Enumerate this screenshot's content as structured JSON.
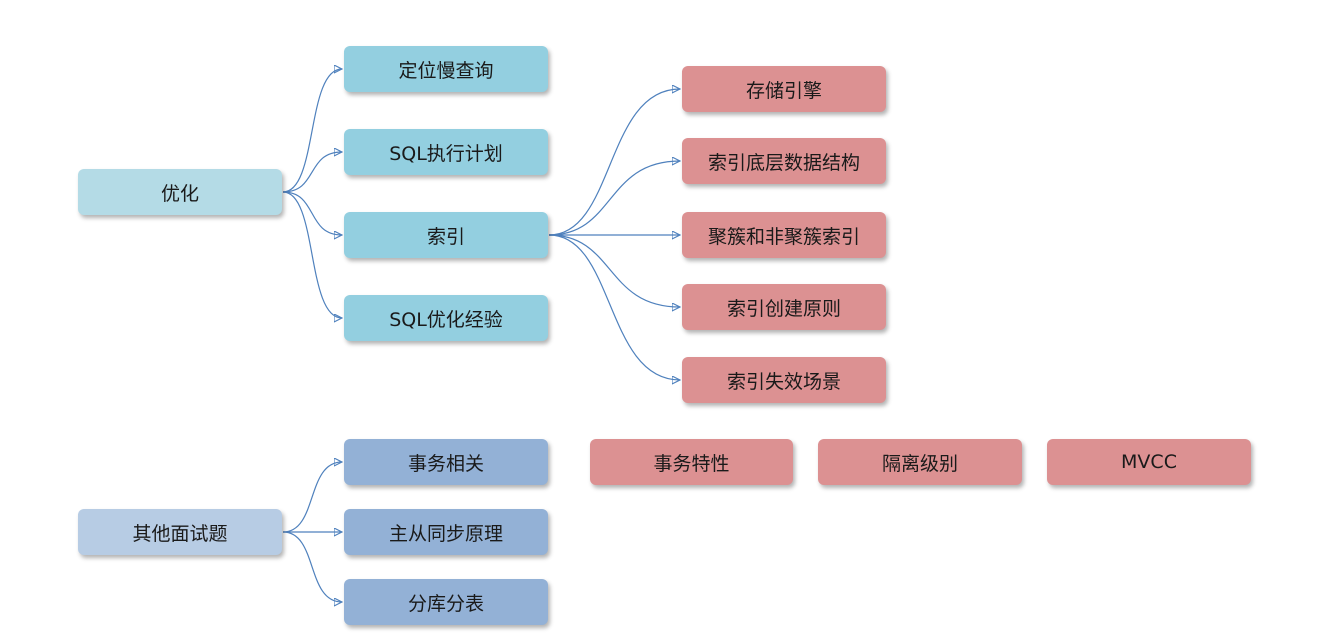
{
  "groups": {
    "optimize": {
      "root": "优化",
      "children": [
        "定位慢查询",
        "SQL执行计划",
        "索引",
        "SQL优化经验"
      ],
      "index_children": [
        "存储引擎",
        "索引底层数据结构",
        "聚簇和非聚簇索引",
        "索引创建原则",
        "索引失效场景"
      ]
    },
    "other": {
      "root": "其他面试题",
      "children": [
        "事务相关",
        "主从同步原理",
        "分库分表"
      ],
      "transaction_children": [
        "事务特性",
        "隔离级别",
        "MVCC"
      ]
    }
  },
  "colors": {
    "root_optimize": "#b4dbe6",
    "optimize_children": "#93cfe0",
    "root_other": "#b7cce4",
    "other_children": "#93b1d6",
    "leaf": "#dc9192",
    "connector": "#4f81bd"
  }
}
